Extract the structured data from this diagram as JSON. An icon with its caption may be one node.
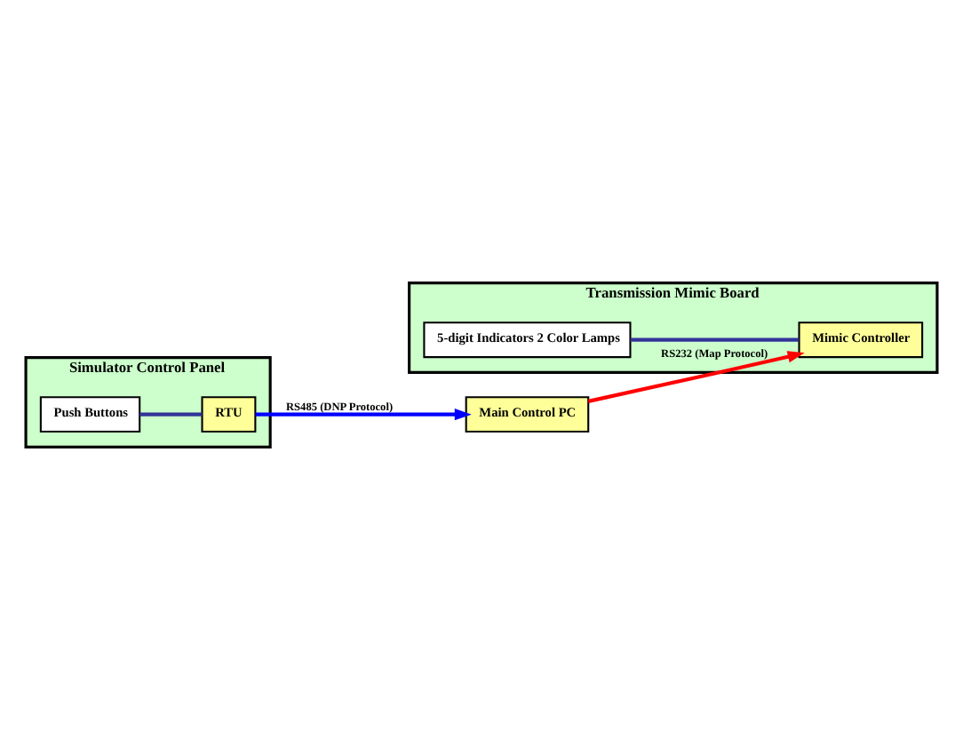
{
  "diagram": {
    "nodes": [
      {
        "text": [
          "Transmission Mimic Board"
        ]
      },
      {
        "text": [
          "5-digit Indicators 2 Color Lamps"
        ],
        "in": 0
      },
      {
        "text": [
          "Mimic Controller"
        ],
        "in": 0
      },
      {
        "text": [
          "Simulator Control Panel"
        ]
      },
      {
        "text": [
          "Push Buttons"
        ],
        "in": 3
      },
      {
        "text": [
          "RTU"
        ],
        "in": 3
      },
      {
        "text": [
          "Main Control PC"
        ]
      }
    ],
    "edges": [
      {
        "from": 1,
        "to": 2,
        "arrow": "none",
        "color": "#333399"
      },
      {
        "from": 6,
        "to": 2,
        "arrow": "to",
        "label": "RS232 (Map Protocol)",
        "color": "#ff0000"
      },
      {
        "from": 4,
        "to": 5,
        "arrow": "none",
        "color": "#333399"
      },
      {
        "from": 5,
        "to": 6,
        "arrow": "to",
        "label": "RS485 (DNP Protocol)",
        "color": "#0000ff"
      }
    ]
  }
}
